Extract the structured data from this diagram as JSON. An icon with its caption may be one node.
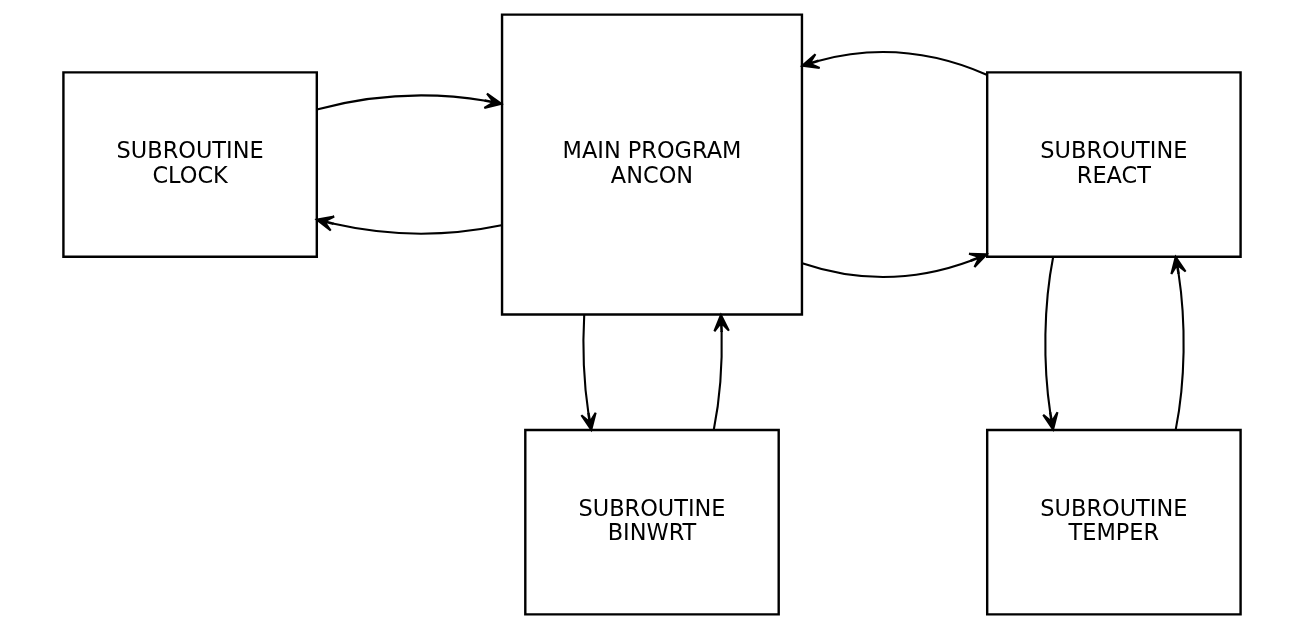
{
  "diagram": {
    "nodes": [
      {
        "text": [
          "SUBROUTINE CLOCK"
        ]
      },
      {
        "text": [
          "MAIN PROGRAM ANCON"
        ]
      },
      {
        "text": [
          "SUBROUTINE REACT"
        ]
      },
      {
        "text": [
          "SUBROUTINE BINWRT"
        ]
      },
      {
        "text": [
          "SUBROUTINE TEMPER"
        ]
      }
    ],
    "edges": [
      {
        "from": 1,
        "to": 0,
        "arrow": "to"
      },
      {
        "from": 0,
        "to": 1,
        "arrow": "to"
      },
      {
        "from": 1,
        "to": 2,
        "arrow": "to"
      },
      {
        "from": 2,
        "to": 1,
        "arrow": "to"
      },
      {
        "from": 3,
        "to": 1,
        "arrow": "to"
      },
      {
        "from": 1,
        "to": 3,
        "arrow": "to"
      },
      {
        "from": 4,
        "to": 2,
        "arrow": "to"
      },
      {
        "from": 2,
        "to": 4,
        "arrow": "to"
      }
    ]
  }
}
